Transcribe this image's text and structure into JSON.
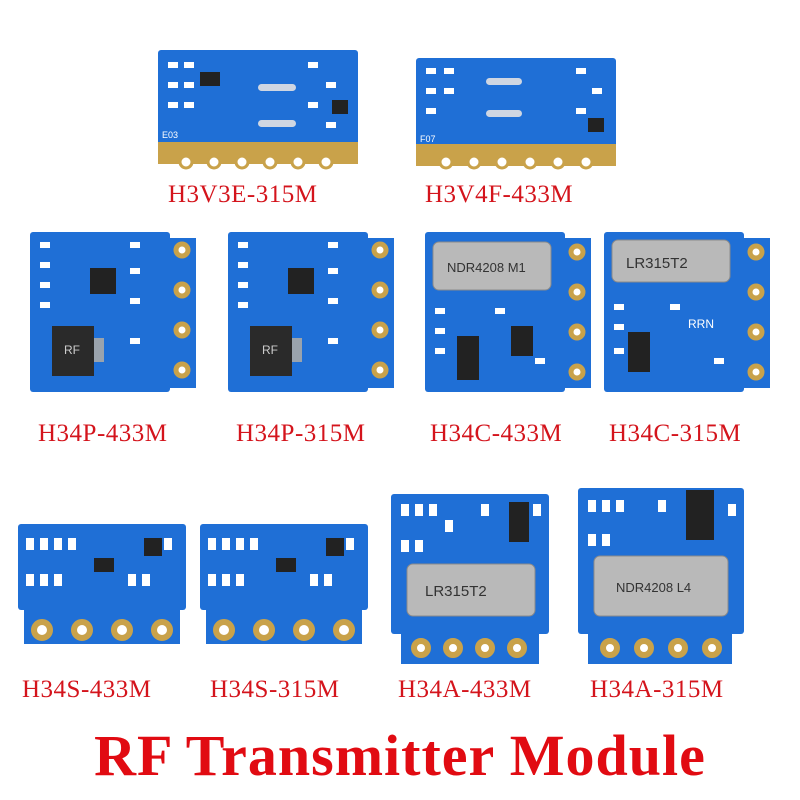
{
  "modules": [
    {
      "id": "h3v3e",
      "label": "H3V3E-315M",
      "silk": "E03",
      "crystal": ""
    },
    {
      "id": "h3v4f",
      "label": "H3V4F-433M",
      "silk": "F07",
      "crystal": ""
    },
    {
      "id": "h34p433",
      "label": "H34P-433M",
      "silk": "RF",
      "crystal": ""
    },
    {
      "id": "h34p315",
      "label": "H34P-315M",
      "silk": "RF",
      "crystal": ""
    },
    {
      "id": "h34c433",
      "label": "H34C-433M",
      "silk": "",
      "crystal": "NDR4208 M1"
    },
    {
      "id": "h34c315",
      "label": "H34C-315M",
      "silk": "RRN",
      "crystal": "LR315T2"
    },
    {
      "id": "h34s433",
      "label": "H34S-433M",
      "silk": "",
      "crystal": ""
    },
    {
      "id": "h34s315",
      "label": "H34S-315M",
      "silk": "",
      "crystal": ""
    },
    {
      "id": "h34a433",
      "label": "H34A-433M",
      "silk": "",
      "crystal": "LR315T2"
    },
    {
      "id": "h34a315",
      "label": "H34A-315M",
      "silk": "",
      "crystal": "NDR4208 L4"
    }
  ],
  "title": "RF Transmitter Module",
  "colors": {
    "pcb": "#1f6fd6",
    "pcb_dark": "#1553a8",
    "pad": "#c9a24a",
    "label": "#d4141c",
    "crystal": "#b9b9b9"
  }
}
